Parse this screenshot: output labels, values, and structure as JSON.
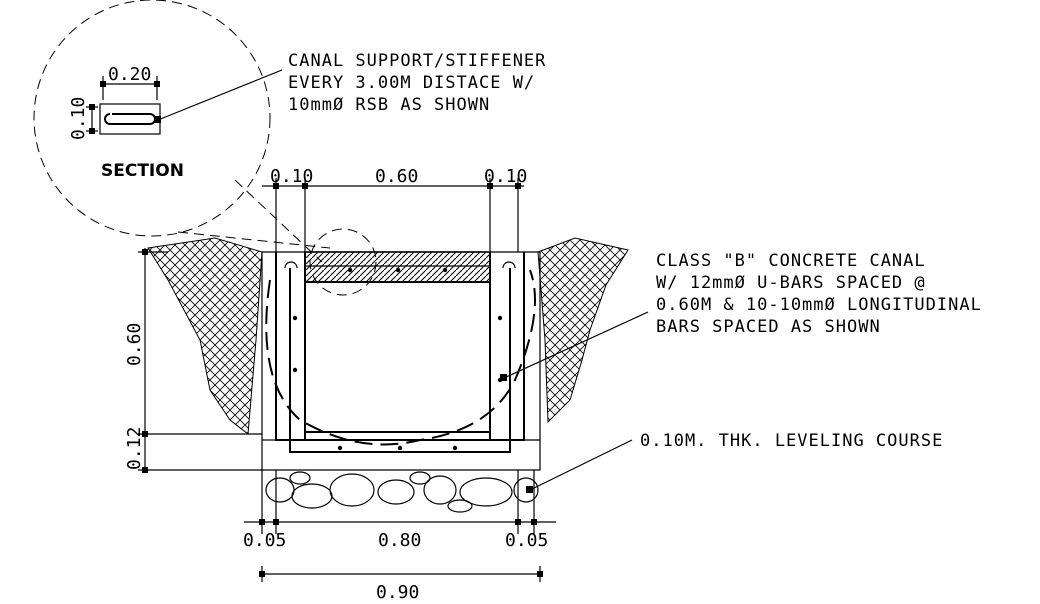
{
  "callouts": {
    "stiffener": [
      "CANAL SUPPORT/STIFFENER",
      "EVERY 3.00M DISTACE W/",
      "10mmØ RSB AS SHOWN"
    ],
    "concrete": [
      "CLASS \"B\" CONCRETE CANAL",
      "W/ 12mmØ U-BARS SPACED @",
      "0.60M & 10-10mmØ LONGITUDINAL",
      "BARS SPACED AS SHOWN"
    ],
    "leveling": "0.10M. THK. LEVELING COURSE"
  },
  "section_detail": {
    "label": "SECTION",
    "width_dim": "0.20",
    "height_dim": "0.10"
  },
  "dimensions": {
    "top": [
      "0.10",
      "0.60",
      "0.10"
    ],
    "left": [
      "0.60",
      "0.12"
    ],
    "bottom": [
      "0.05",
      "0.80",
      "0.05"
    ],
    "overall": "0.90"
  },
  "colors": {
    "line": "#000000",
    "background": "#ffffff"
  }
}
